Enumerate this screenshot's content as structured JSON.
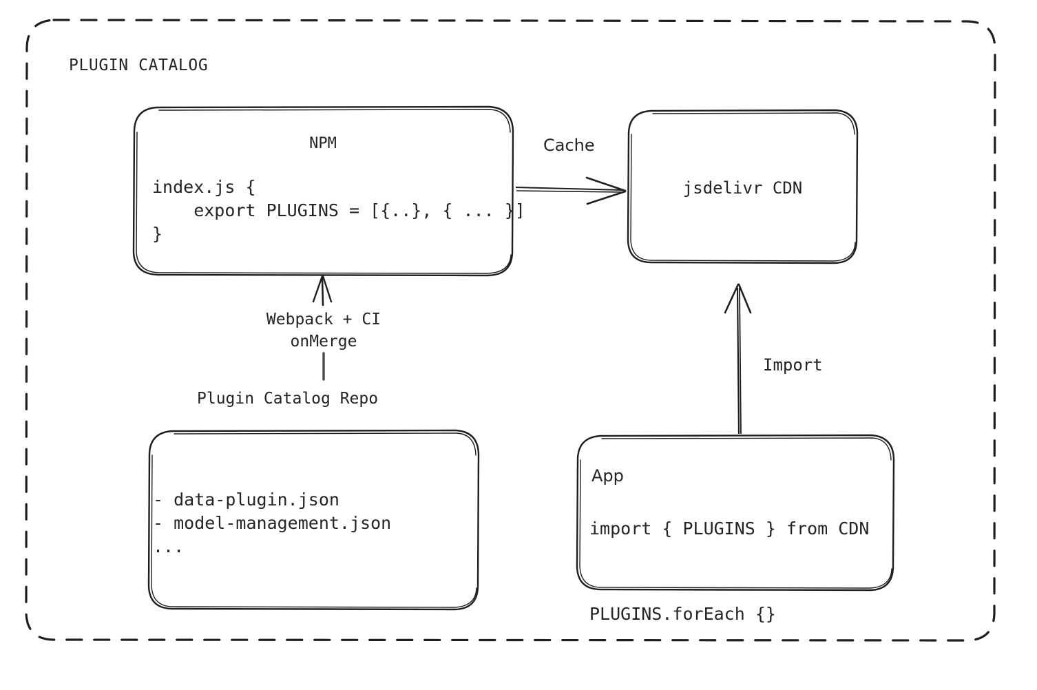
{
  "frame": {
    "title": "PLUGIN CATALOG",
    "style": "dashed-rounded-rectangle"
  },
  "theme": {
    "background": "#ffffff",
    "stroke": "#1e1e1e",
    "text": "#242424"
  },
  "nodes": {
    "npm": {
      "title": "NPM",
      "code": "index.js {\n    export PLUGINS = [{..}, { ... }]\n}"
    },
    "cdn": {
      "title": "jsdelivr CDN"
    },
    "repo": {
      "caption": "Plugin Catalog Repo",
      "list": "- data-plugin.json\n- model-management.json\n..."
    },
    "app": {
      "title": "App",
      "code": "import { PLUGINS } from CDN\n\nPLUGINS.forEach {}"
    }
  },
  "edges": {
    "npm_to_cdn": {
      "label": "Cache",
      "direction": "right"
    },
    "repo_to_npm": {
      "label": "Webpack + CI\nonMerge",
      "direction": "up"
    },
    "app_to_cdn": {
      "label": "Import",
      "direction": "up"
    }
  }
}
